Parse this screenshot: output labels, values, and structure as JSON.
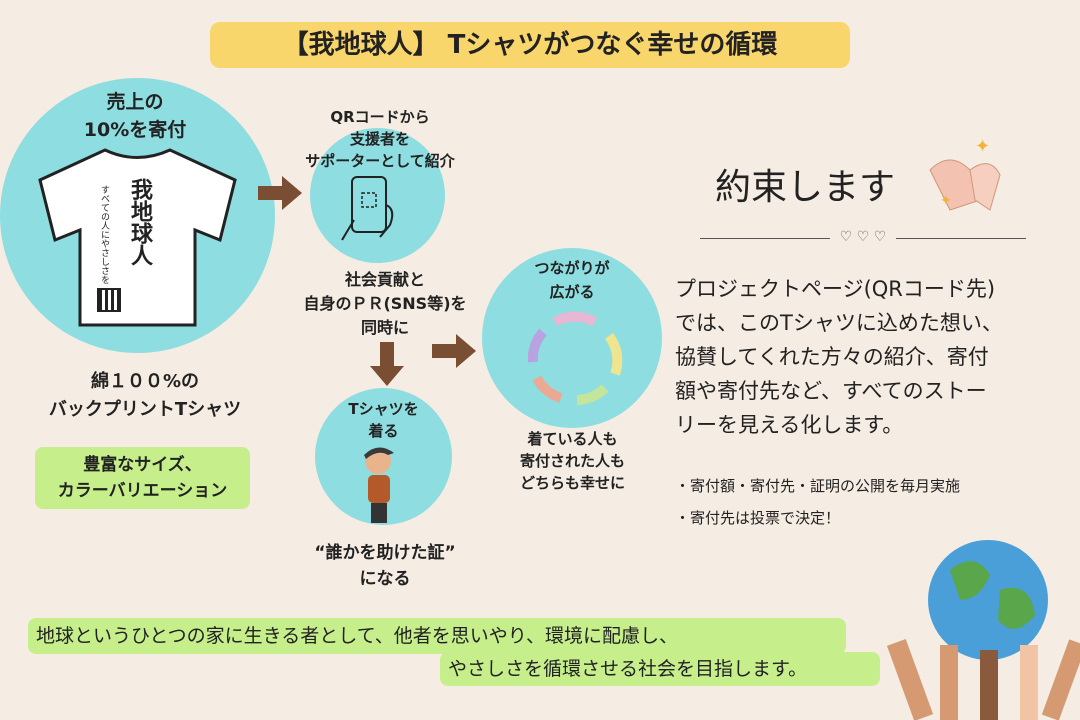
{
  "title": "【我地球人】 Tシャツがつなぐ幸せの循環",
  "donation": {
    "line1": "売上の",
    "line2": "10%を寄付"
  },
  "shirt": {
    "logo": "我地球人",
    "tagline": "すべての人にやさしさを"
  },
  "cotton": {
    "line1": "綿１００%の",
    "line2": "バックプリントTシャツ"
  },
  "variety": {
    "line1": "豊富なサイズ、",
    "line2": "カラーバリエーション"
  },
  "qr": {
    "line1": "QRコードから",
    "line2": "支援者を",
    "line3": "サポーターとして紹介"
  },
  "pr": {
    "line1": "社会貢献と",
    "line2": "自身のＰＲ(SNS等)を",
    "line3": "同時に"
  },
  "wear": {
    "line1": "Tシャツを",
    "line2": "着る"
  },
  "proof": {
    "line1": "“誰かを助けた証”",
    "line2": "になる"
  },
  "connect": {
    "line1": "つながりが",
    "line2": "広がる"
  },
  "happy": {
    "line1": "着ている人も",
    "line2": "寄付された人も",
    "line3": "どちらも幸せに"
  },
  "promise": {
    "heading": "約束します",
    "hearts": "♡ ♡ ♡",
    "body": [
      "プロジェクトページ(QRコード先)",
      "では、このTシャツに込めた想い、",
      "協賛してくれた方々の紹介、寄付",
      "額や寄付先など、すべてのストー",
      "リーを見える化します。"
    ],
    "bullets": [
      "・寄付額・寄付先・証明の公開を毎月実施",
      "・寄付先は投票で決定！"
    ]
  },
  "footer": {
    "line1": "地球というひとつの家に生きる者として、他者を思いやり、環境に配慮し、",
    "line2": "やさしさを循環させる社会を目指します。"
  },
  "colors": {
    "bg": "#f5ece3",
    "circle": "#8edde0",
    "title": "#f8d66b",
    "green": "#c6ef8c",
    "arrow": "#7a4e32"
  }
}
